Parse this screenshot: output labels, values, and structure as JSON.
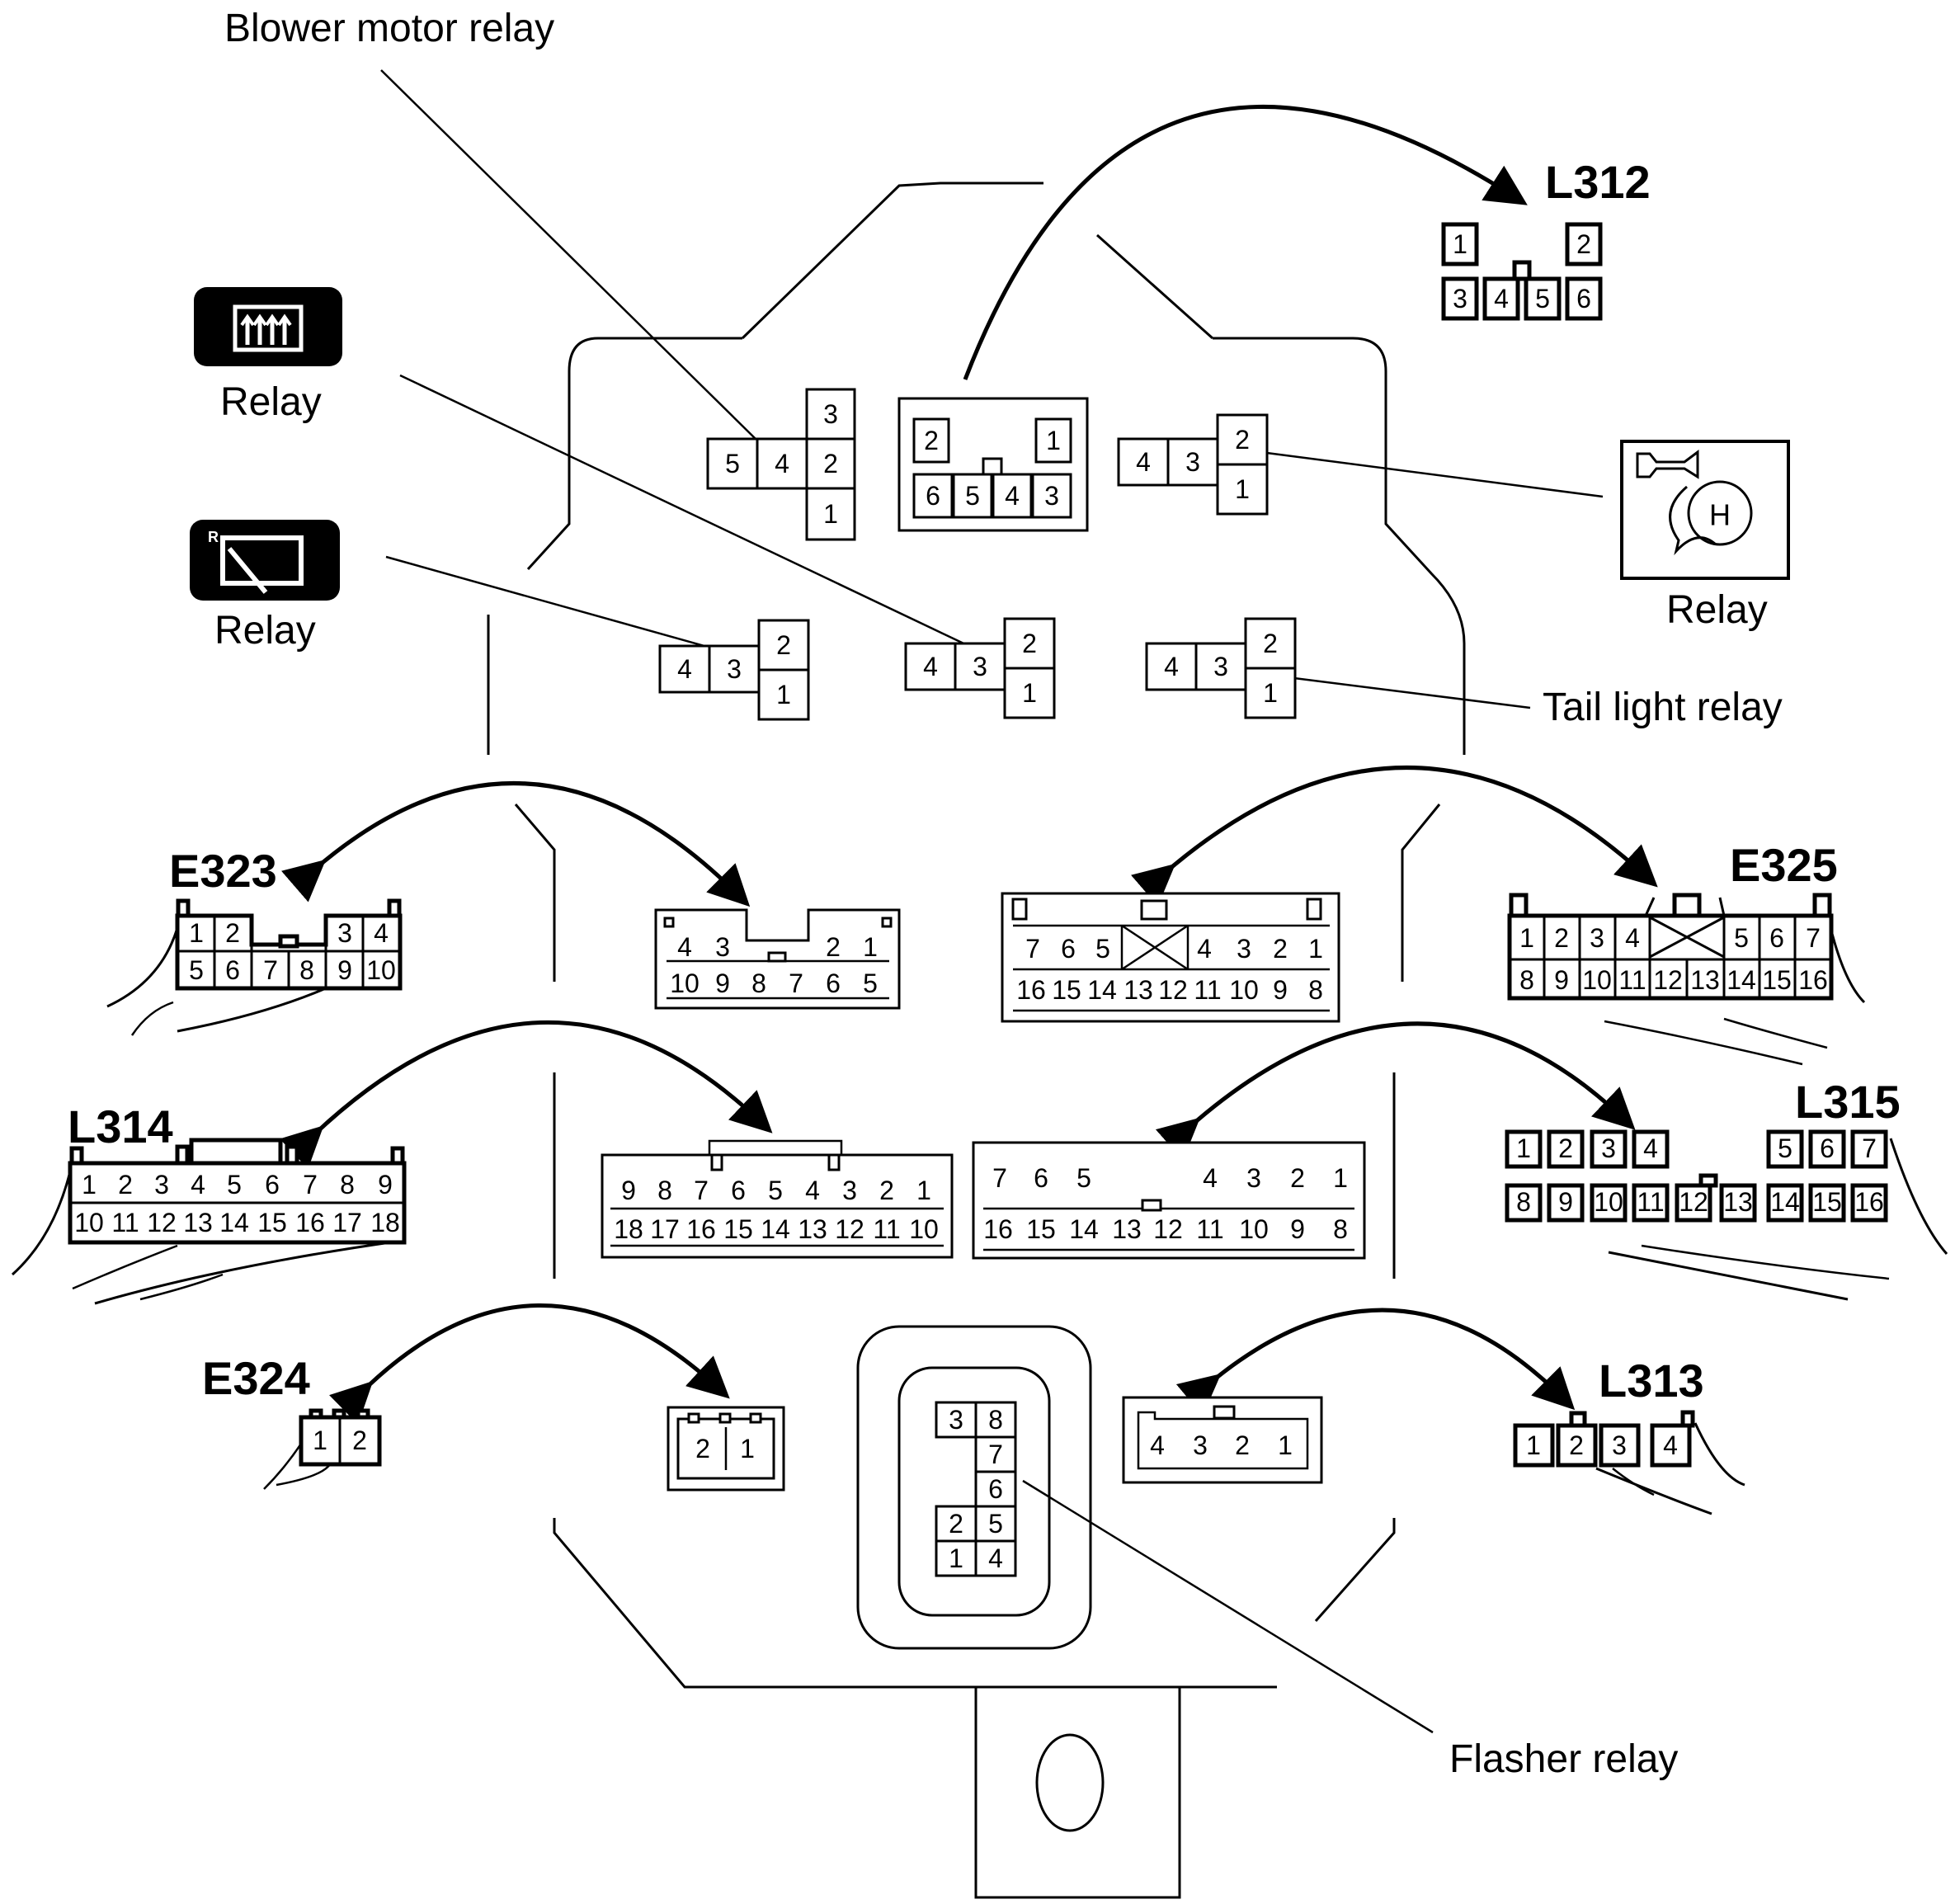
{
  "labels": {
    "blower_motor_relay": "Blower motor relay",
    "defogger_relay": "Relay",
    "wiper_relay": "Relay",
    "horn_relay": "Relay",
    "tail_light_relay": "Tail light relay",
    "flasher_relay": "Flasher relay"
  },
  "icons": {
    "defogger": "rear-defogger-icon",
    "wiper": "rear-wiper-icon",
    "wiper_badge": "R",
    "horn": "horn-icon",
    "horn_badge": "H"
  },
  "connector_codes": {
    "L312": "L312",
    "E323": "E323",
    "E325": "E325",
    "L314": "L314",
    "L315": "L315",
    "E324": "E324",
    "L313": "L313"
  },
  "pins": {
    "blower_relay": [
      "3",
      "5",
      "4",
      "2",
      "1"
    ],
    "center_top_relay": [
      "2",
      "1",
      "6",
      "5",
      "4",
      "3"
    ],
    "l312": [
      "1",
      "2",
      "3",
      "4",
      "5",
      "6"
    ],
    "horn_relay_socket": [
      "4",
      "3",
      "2",
      "1"
    ],
    "defogger_socket": [
      "4",
      "3",
      "2",
      "1"
    ],
    "wiper_socket": [
      "4",
      "3",
      "2",
      "1"
    ],
    "tail_socket": [
      "4",
      "3",
      "2",
      "1"
    ],
    "e323": [
      "1",
      "2",
      "3",
      "4",
      "5",
      "6",
      "7",
      "8",
      "9",
      "10"
    ],
    "e323_socket": [
      "4",
      "3",
      "2",
      "1",
      "10",
      "9",
      "8",
      "7",
      "6",
      "5"
    ],
    "e325_socket": [
      "7",
      "6",
      "5",
      "4",
      "3",
      "2",
      "1",
      "16",
      "15",
      "14",
      "13",
      "12",
      "11",
      "10",
      "9",
      "8"
    ],
    "e325": [
      "1",
      "2",
      "3",
      "4",
      "5",
      "6",
      "7",
      "8",
      "9",
      "10",
      "11",
      "12",
      "13",
      "14",
      "15",
      "16"
    ],
    "l314": [
      "1",
      "2",
      "3",
      "4",
      "5",
      "6",
      "7",
      "8",
      "9",
      "10",
      "11",
      "12",
      "13",
      "14",
      "15",
      "16",
      "17",
      "18"
    ],
    "l314_socket": [
      "9",
      "8",
      "7",
      "6",
      "5",
      "4",
      "3",
      "2",
      "1",
      "18",
      "17",
      "16",
      "15",
      "14",
      "13",
      "12",
      "11",
      "10"
    ],
    "l315_socket": [
      "7",
      "6",
      "5",
      "4",
      "3",
      "2",
      "1",
      "16",
      "15",
      "14",
      "13",
      "12",
      "11",
      "10",
      "9",
      "8"
    ],
    "l315": [
      "1",
      "2",
      "3",
      "4",
      "5",
      "6",
      "7",
      "8",
      "9",
      "10",
      "11",
      "12",
      "13",
      "14",
      "15",
      "16"
    ],
    "e324": [
      "1",
      "2"
    ],
    "e324_socket": [
      "2",
      "1"
    ],
    "flasher": [
      "3",
      "8",
      "7",
      "6",
      "2",
      "5",
      "1",
      "4"
    ],
    "l313_socket": [
      "4",
      "3",
      "2",
      "1"
    ],
    "l313": [
      "1",
      "2",
      "3",
      "4"
    ]
  }
}
